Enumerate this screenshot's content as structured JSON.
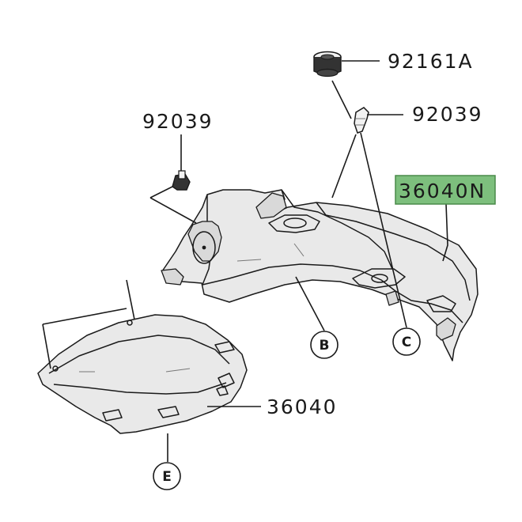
{
  "callouts": {
    "p92161A": {
      "text": "92161A",
      "highlight": false
    },
    "p92039_left": {
      "text": "92039",
      "highlight": false
    },
    "p92039_right": {
      "text": "92039",
      "highlight": false
    },
    "p36040N": {
      "text": "36040N",
      "highlight": true
    },
    "p36040": {
      "text": "36040",
      "highlight": false
    }
  },
  "reference_markers": {
    "B": "B",
    "C": "C",
    "E": "E"
  },
  "colors": {
    "highlight_fill": "#7dbf7d",
    "highlight_border": "#4a8a4a",
    "line": "#1a1a1a",
    "part_fill": "#e9e9e9"
  }
}
